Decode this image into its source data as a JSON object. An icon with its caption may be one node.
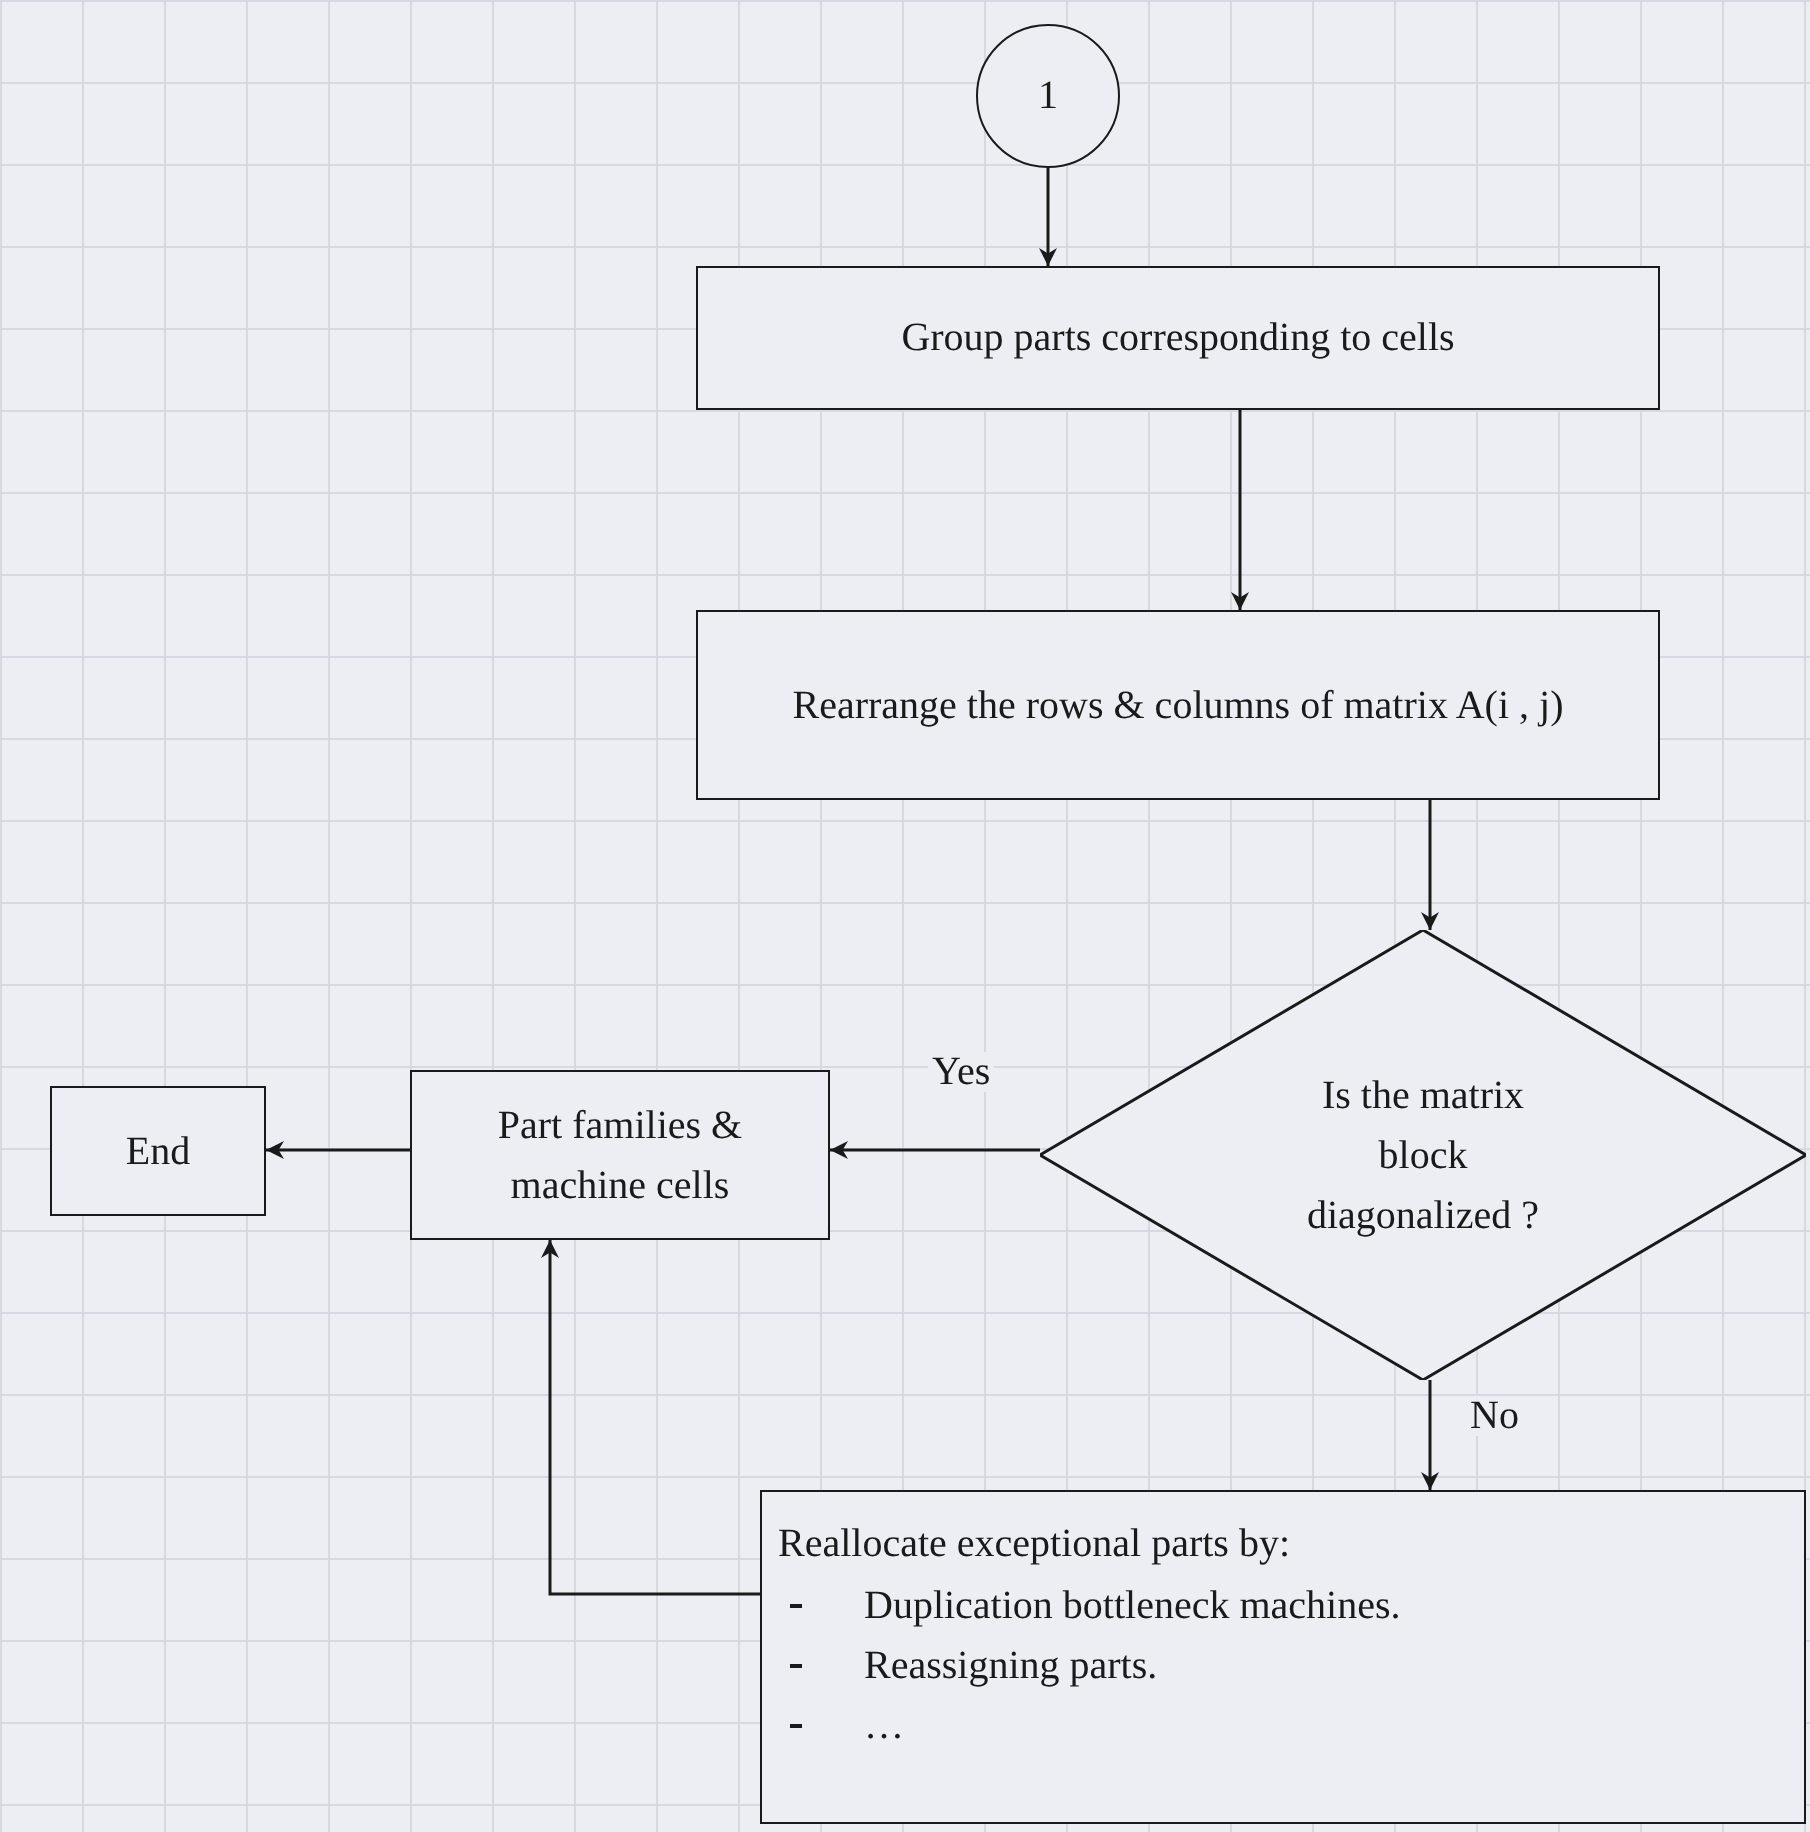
{
  "diagram": {
    "nodes": [
      {
        "text": [
          "1"
        ]
      },
      {
        "text": [
          "Group parts corresponding to cells"
        ]
      },
      {
        "text": [
          "Rearrange the rows & columns of matrix A(i , j)"
        ]
      },
      {
        "text": [
          "Is the matrix block diagonalized ?"
        ]
      },
      {
        "text": [
          "Part families & machine cells"
        ]
      },
      {
        "text": [
          "End"
        ]
      },
      {
        "text": [
          "Reallocate exceptional parts by:",
          "Duplication bottleneck machines.",
          "Reassigning parts.",
          "…"
        ]
      }
    ],
    "edges": [
      {
        "from": 0,
        "to": 1,
        "arrow": "to"
      },
      {
        "from": 1,
        "to": 2,
        "arrow": "to"
      },
      {
        "from": 2,
        "to": 3,
        "arrow": "to"
      },
      {
        "from": 3,
        "to": 4,
        "arrow": "to",
        "label": "Yes"
      },
      {
        "from": 4,
        "to": 5,
        "arrow": "to"
      },
      {
        "from": 3,
        "to": 6,
        "arrow": "to",
        "label": "No"
      },
      {
        "from": 6,
        "to": 4,
        "arrow": "to"
      }
    ]
  }
}
